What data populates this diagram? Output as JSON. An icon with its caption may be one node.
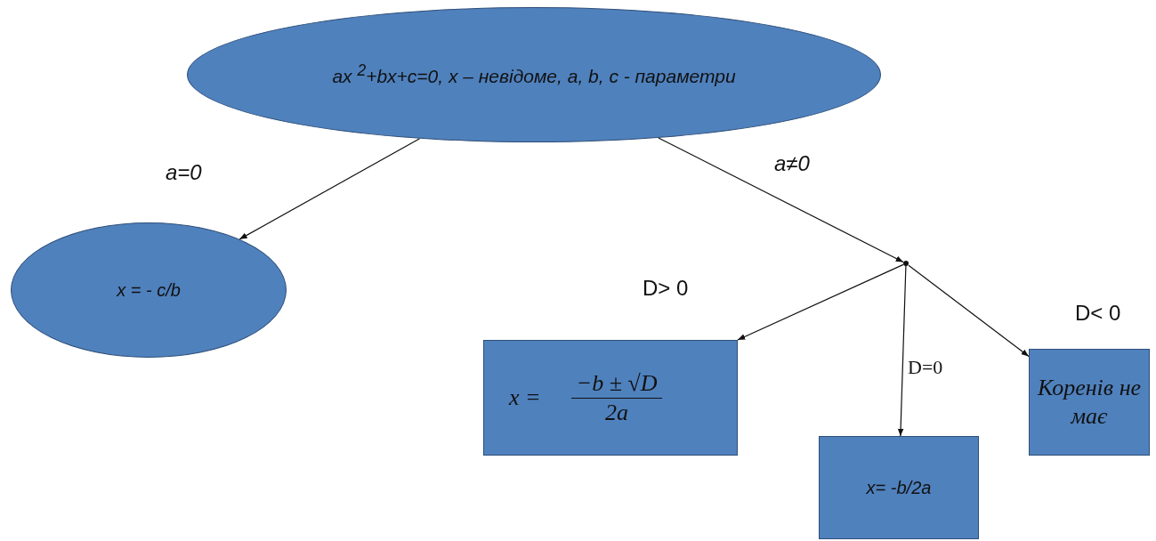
{
  "diagram": {
    "nodes": [
      {
        "text": [
          "ax $^{2}$+bx+c=0, x – невідоме, a, b, c - параметри"
        ]
      },
      {
        "text": [
          "x = - c/b"
        ]
      },
      {
        "text": [],
        "shape": "dot"
      },
      {
        "text": [
          "x =",
          "−b ± √D",
          "2a"
        ]
      },
      {
        "text": [
          "x= -b/2a"
        ]
      },
      {
        "text": [
          "Коренів не має"
        ]
      }
    ],
    "edges": [
      {
        "from": 0,
        "to": 1,
        "arrow": "to",
        "label": "a=0"
      },
      {
        "from": 0,
        "to": 2,
        "arrow": "to",
        "label": "a≠0"
      },
      {
        "from": 2,
        "to": 3,
        "arrow": "to",
        "label": "D> 0"
      },
      {
        "from": 2,
        "to": 4,
        "arrow": "to",
        "label": "D=0"
      },
      {
        "from": 2,
        "to": 5,
        "arrow": "to",
        "label": "D< 0"
      }
    ]
  }
}
